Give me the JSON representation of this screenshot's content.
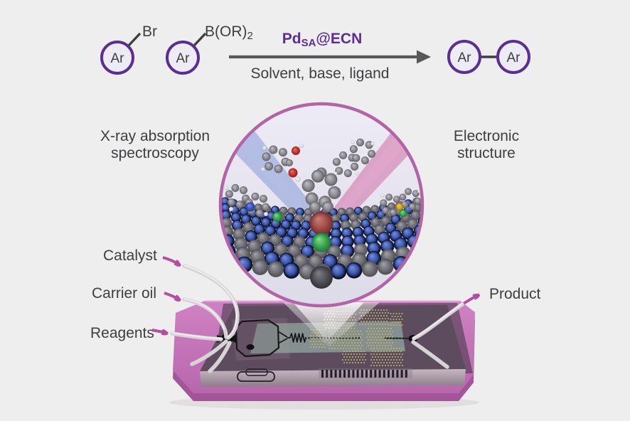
{
  "figure": {
    "type": "scientific-illustration",
    "subject": "Suzuki coupling over Pd single-atom catalyst in a microfluidic chip"
  },
  "reaction": {
    "ar_label": "Ar",
    "reagent1_substituent": "Br",
    "reagent2_substituent_main": "B(OR)",
    "reagent2_substituent_sub": "2",
    "catalyst_main": "Pd",
    "catalyst_sub": "SA",
    "catalyst_suffix": "@ECN",
    "conditions": "Solvent, base, ligand"
  },
  "inset_labels": {
    "left_line1": "X-ray absorption",
    "left_line2": "spectroscopy",
    "right_line1": "Electronic",
    "right_line2": "structure"
  },
  "chip_labels": {
    "catalyst": "Catalyst",
    "carrier_oil": "Carrier oil",
    "reagents": "Reagents",
    "product": "Product"
  },
  "colors": {
    "background": "#efeeef",
    "text_dark": "#3e3e40",
    "purple_accent": "#5b2e91",
    "reaction_arrow": "#58585a",
    "label_arrow_magenta": "#b44fa0",
    "inset_border": "#b164a6",
    "inset_fill": "#e8e6f1",
    "beam_blue": "#8fa0d8",
    "beam_pink": "#d27fb2",
    "lattice_blue": "#3a55b0",
    "lattice_gray": "#707076",
    "pd_sphere_red": "#a34d4a",
    "green_sphere": "#3aa851",
    "oxygen_red": "#c53131",
    "nitrogen_blue": "#3c55c8",
    "sulfur_yellow": "#d8a21c",
    "plate_pink": "#c877bb",
    "plate_side_pink": "#a4549a",
    "chip_slab": "#5c4b5d",
    "chip_channel_band": "#91a09b",
    "pillar_dot_yellow": "#bdb968",
    "tube_gray": "#d7d3d6"
  }
}
